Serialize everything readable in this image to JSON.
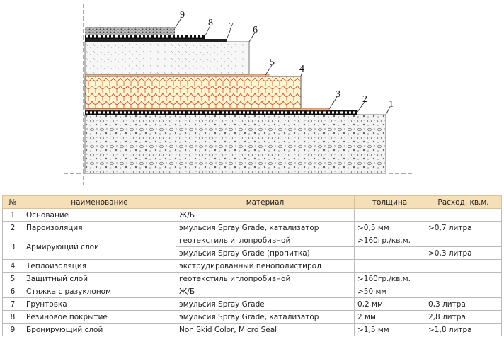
{
  "diagram": {
    "labels": [
      "1",
      "2",
      "3",
      "4",
      "5",
      "6",
      "7",
      "8",
      "9"
    ]
  },
  "table": {
    "headers": [
      "№",
      "наименование",
      "материал",
      "толщина",
      "Расход, кв.м."
    ],
    "rows": [
      {
        "n": "1",
        "name": "Основание",
        "material": "Ж/Б",
        "thickness": "",
        "consumption": ""
      },
      {
        "n": "2",
        "name": "Пароизоляция",
        "material": "эмульсия Spray Grade, катализатор",
        "thickness": ">0,5 мм",
        "consumption": ">0,7 литра"
      },
      {
        "n": "3",
        "name": "Армирующий слой",
        "material": "геотекстиль иглопробивной",
        "thickness": ">160гр./кв.м.",
        "consumption": "",
        "material2": "эмульсия Spray Grade (пропитка)",
        "thickness2": "",
        "consumption2": ">0,3 литра"
      },
      {
        "n": "4",
        "name": "Теплоизоляция",
        "material": "экструдированный пенополистирол",
        "thickness": "",
        "consumption": ""
      },
      {
        "n": "5",
        "name": "Защитный слой",
        "material": "геотекстиль иглопробивной",
        "thickness": ">160гр./кв.м.",
        "consumption": ""
      },
      {
        "n": "6",
        "name": "Стяжка с разуклоном",
        "material": "Ж/Б",
        "thickness": ">50 мм",
        "consumption": ""
      },
      {
        "n": "7",
        "name": "Грунтовка",
        "material": "эмульсия Spray Grade",
        "thickness": "0,2 мм",
        "consumption": "0,3 литра"
      },
      {
        "n": "8",
        "name": "Резиновое покрытие",
        "material": "эмульсия Spray Grade, катализатор",
        "thickness": "2 мм",
        "consumption": "2,8 литра"
      },
      {
        "n": "9",
        "name": "Бронирующий слой",
        "material": "Non Skid Color, Micro Seal",
        "thickness": ">1,5 мм",
        "consumption": ">1,8 литра"
      }
    ]
  }
}
